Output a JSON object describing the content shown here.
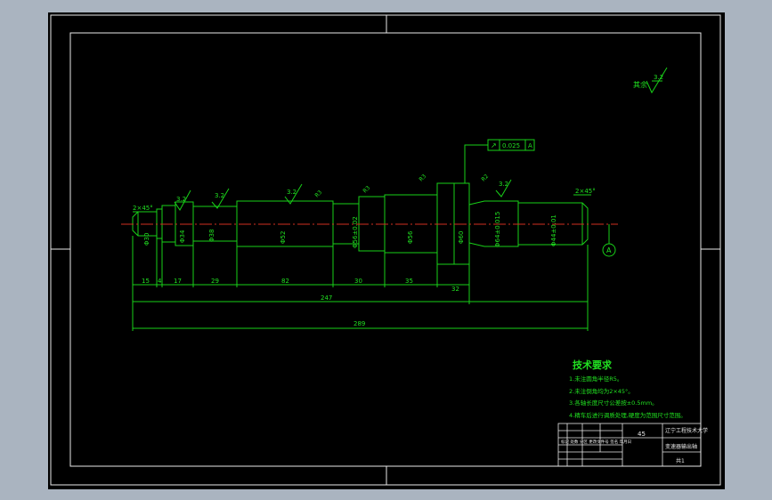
{
  "roughness_other": {
    "label": "其余",
    "value": "3.2"
  },
  "tolerance_frame": {
    "symbol": "↗",
    "value": "0.025",
    "datum": "A"
  },
  "datum_label": "A",
  "chamfer_left": "2×45°",
  "chamfer_right": "2×45°",
  "roughness_marks": [
    "3.2",
    "3.2",
    "3.2",
    "3.2"
  ],
  "ra_marks": [
    "R3",
    "R3",
    "R3",
    "R2"
  ],
  "diameters": [
    "Φ30",
    "Φ34",
    "Φ38",
    "Φ52",
    "Φ56±0.02",
    "Φ56",
    "Φ60",
    "Φ64±0.015",
    "Φ44±0.01"
  ],
  "lengths": [
    "15",
    "4",
    "17",
    "29",
    "82",
    "30",
    "35",
    "32"
  ],
  "total_length_inner": "247",
  "total_length_overall": "289",
  "tech_title": "技术要求",
  "tech_items": [
    "1.未注圆角半径R5。",
    "2.未注倒角均为2×45°。",
    "3.各轴长度尺寸公差按±0.5mm。",
    "4.精车后进行调质处理,硬度为范围尺寸范围。"
  ],
  "title_block": {
    "school": "辽宁工程技术大学",
    "drawing_name": "变速器输出轴",
    "material": "45",
    "sheet": "共1",
    "rev_row": "标记 处数 分区 更改文件号 签名 年月日"
  }
}
